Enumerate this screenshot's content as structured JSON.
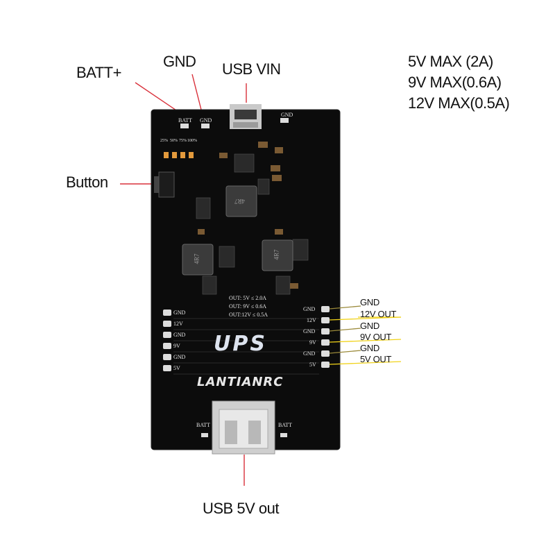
{
  "callouts": {
    "batt_plus": "BATT+",
    "gnd": "GND",
    "usb_vin": "USB VIN",
    "button": "Button",
    "usb_5v_out": "USB 5V out"
  },
  "specs": [
    "5V  MAX (2A)",
    "9V MAX(0.6A)",
    "12V MAX(0.5A)"
  ],
  "outputs": [
    {
      "label": "GND",
      "color": "#9b8a3a"
    },
    {
      "label": "12V OUT",
      "color": "#f0d21a"
    },
    {
      "label": "GND",
      "color": "#9b8a3a"
    },
    {
      "label": "9V OUT",
      "color": "#f0d21a"
    },
    {
      "label": "GND",
      "color": "#9b8a3a"
    },
    {
      "label": "5V OUT",
      "color": "#f0d21a"
    }
  ],
  "board": {
    "color": "#0c0c0c",
    "top_pads": [
      "BATT",
      "GND"
    ],
    "top_right_pad": "GND",
    "led_marks": [
      "25%",
      "50%",
      "75%",
      "100%"
    ],
    "inductor_mark": "4R7",
    "output_spec_lines": [
      "OUT: 5V  ≤ 2.0A",
      "OUT: 9V  ≤ 0.6A",
      "OUT:12V ≤ 0.5A"
    ],
    "left_pins": [
      "GND",
      "12V",
      "GND",
      "9V",
      "GND",
      "5V"
    ],
    "right_pins": [
      "GND",
      "12V",
      "GND",
      "9V",
      "GND",
      "5V"
    ],
    "logo": "UPS",
    "brand": "LANTIANRC",
    "bottom_pads": [
      "BATT",
      "BATT"
    ]
  },
  "leader_color": "#d9303a"
}
